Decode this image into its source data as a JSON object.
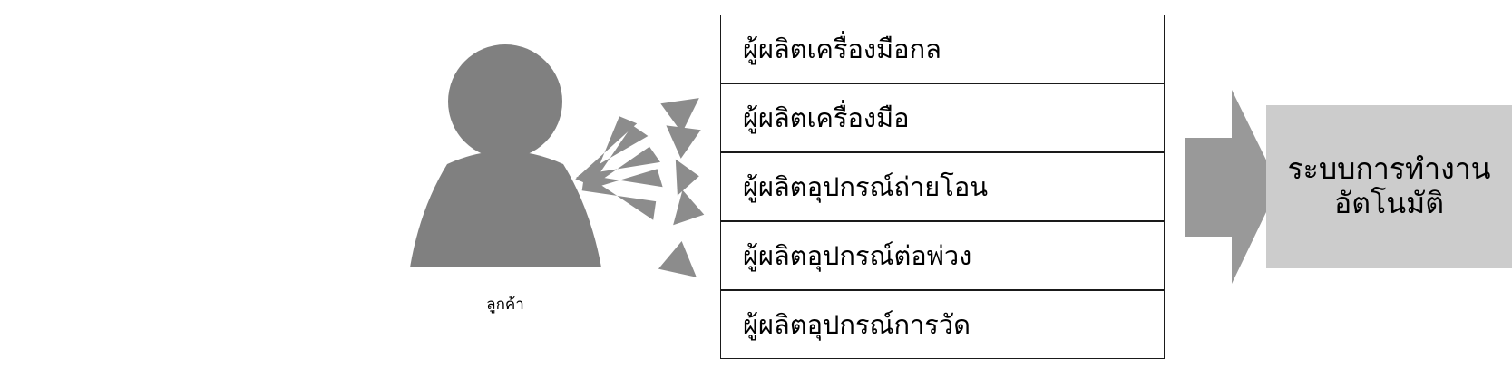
{
  "customer": {
    "label": "ลูกค้า",
    "icon": "person-icon"
  },
  "makers": [
    {
      "label": "ผู้ผลิตเครื่องมือกล"
    },
    {
      "label": "ผู้ผลิตเครื่องมือ"
    },
    {
      "label": "ผู้ผลิตอุปกรณ์ถ่ายโอน"
    },
    {
      "label": "ผู้ผลิตอุปกรณ์ต่อพ่วง"
    },
    {
      "label": "ผู้ผลิตอุปกรณ์การวัด"
    }
  ],
  "system": {
    "line1": "ระบบการทำงาน",
    "line2": "อัตโนมัติ"
  },
  "colors": {
    "icon_gray": "#808080",
    "arrow_gray": "#8c8c8c",
    "big_arrow_gray": "#999999",
    "system_box_bg": "#cccccc",
    "box_border": "#1a1a1a"
  }
}
